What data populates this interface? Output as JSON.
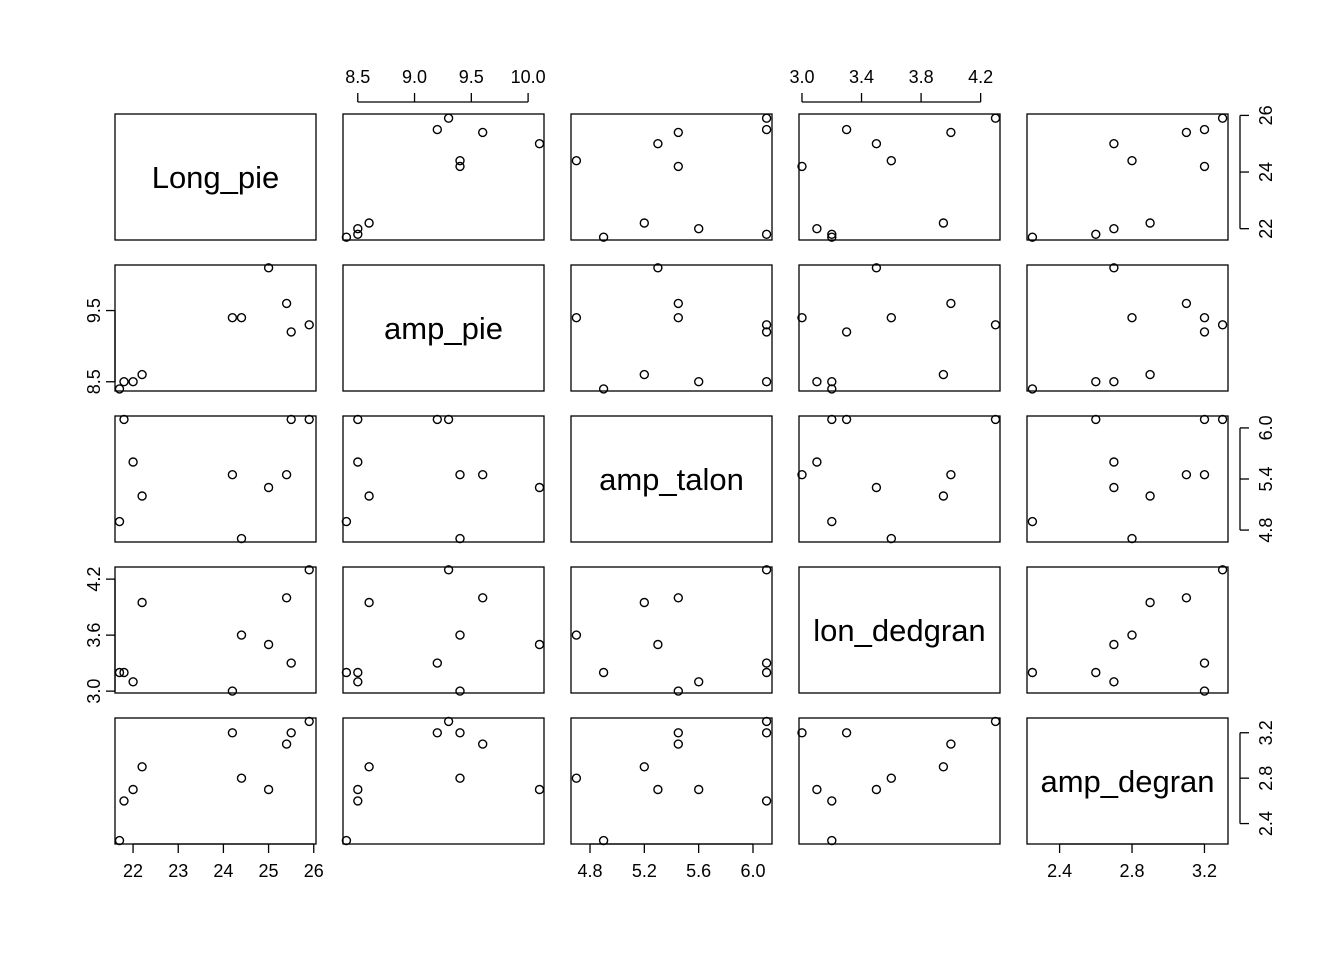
{
  "chart_data": {
    "type": "scatter",
    "title": "",
    "variables": [
      "Long_pie",
      "amp_pie",
      "amp_talon",
      "lon_dedgran",
      "amp_degran"
    ],
    "observations": {
      "Long_pie": [
        21.7,
        21.8,
        22.0,
        22.2,
        24.2,
        24.4,
        25.0,
        25.4,
        25.5,
        25.9
      ],
      "amp_pie": [
        8.4,
        8.5,
        8.5,
        8.6,
        9.4,
        9.4,
        10.1,
        9.6,
        9.2,
        9.3
      ],
      "amp_talon": [
        4.9,
        6.1,
        5.6,
        5.2,
        5.45,
        4.7,
        5.3,
        5.45,
        6.1,
        6.1
      ],
      "lon_dedgran": [
        3.2,
        3.2,
        3.1,
        3.95,
        3.0,
        3.6,
        3.5,
        4.0,
        3.3,
        4.3
      ],
      "amp_degran": [
        2.25,
        2.6,
        2.7,
        2.9,
        3.2,
        2.8,
        2.7,
        3.1,
        3.2,
        3.3
      ]
    },
    "ranges": {
      "Long_pie": [
        21.6,
        26.05
      ],
      "amp_pie": [
        8.37,
        10.14
      ],
      "amp_talon": [
        4.66,
        6.14
      ],
      "lon_dedgran": [
        2.98,
        4.33
      ],
      "amp_degran": [
        2.22,
        3.33
      ]
    },
    "ticks": {
      "Long_pie": [
        "22",
        "23",
        "24",
        "25",
        "26"
      ],
      "amp_pie": [
        "8.5",
        "9.0",
        "9.5",
        "10.0"
      ],
      "amp_talon": [
        "4.8",
        "5.2",
        "5.6",
        "6.0"
      ],
      "lon_dedgran": [
        "3.0",
        "3.4",
        "3.8",
        "4.2"
      ],
      "amp_degran": [
        "2.4",
        "2.8",
        "3.2"
      ]
    },
    "ticks_secondary": {
      "amp_pie": [
        "8.5",
        "9.5"
      ],
      "amp_talon": [
        "4.8",
        "5.4",
        "6.0"
      ],
      "lon_dedgran": [
        "3.0",
        "3.6",
        "4.2"
      ],
      "amp_degran": [
        "2.4",
        "2.8",
        "3.2"
      ],
      "Long_pie": [
        "22",
        "24",
        "26"
      ]
    },
    "axis_labels_bottom": [
      "Long_pie",
      "amp_talon",
      "amp_degran"
    ],
    "axis_labels_top": [
      "amp_pie",
      "lon_dedgran"
    ],
    "axis_labels_left": [
      "amp_pie",
      "lon_dedgran"
    ],
    "axis_labels_right": [
      "Long_pie",
      "amp_talon",
      "amp_degran"
    ],
    "grid": false,
    "legend": "none"
  }
}
